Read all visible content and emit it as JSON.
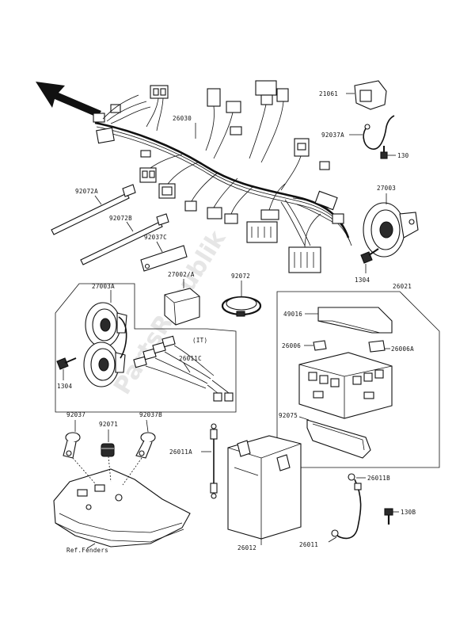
{
  "labels": {
    "p26030": "26030",
    "p21061": "21061",
    "p92037A": "92037A",
    "p130": "130",
    "p92072A": "92072A",
    "p92072B": "92072B",
    "p92037C": "92037C",
    "p27003": "27003",
    "p27002A": "27002/A",
    "p92072": "92072",
    "p1304r": "1304",
    "p27003A": "27003A",
    "pIT": "(IT)",
    "p1304l": "1304",
    "p26011C": "26011C",
    "p26021": "26021",
    "p49016": "49016",
    "p26006": "26006",
    "p26006A": "26006A",
    "p92075": "92075",
    "p92037": "92037",
    "p92071": "92071",
    "p92037B": "92037B",
    "p26011A": "26011A",
    "p26011B": "26011B",
    "p130B": "130B",
    "p26012": "26012",
    "p26011": "26011",
    "refFenders": "Ref.Fenders"
  },
  "watermark": "PartsRepublik",
  "icons": {
    "direction": "front-arrow-icon"
  }
}
